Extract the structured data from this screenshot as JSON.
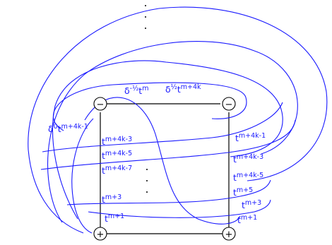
{
  "colors": {
    "curves": "#1a1aff",
    "square": "#000000",
    "labels": "#1a1aff"
  },
  "vertices": {
    "top_left": "−",
    "top_right": "−",
    "bottom_left": "+",
    "bottom_right": "+"
  },
  "labels": {
    "top_a_base": "δ",
    "top_a_sup1": "-½",
    "top_a_t": "t",
    "top_a_sup2": "m",
    "top_b_base": "δ",
    "top_b_sup1": "½",
    "top_b_t": "t",
    "top_b_sup2": "m+4k",
    "left_delta_base": "δ",
    "left_delta_sup1": "0",
    "left_delta_t": "t",
    "left_delta_sup2": "m+4k-1",
    "l1_t": "t",
    "l1_sup": "m+4k-3",
    "l2_t": "t",
    "l2_sup": "m+4k-5",
    "l3_t": "t",
    "l3_sup": "m+4k-7",
    "l4_t": "t",
    "l4_sup": "m+3",
    "l5_t": "t",
    "l5_sup": "m+1",
    "r1_t": "t",
    "r1_sup": "m+4k-1",
    "r2_t": "t",
    "r2_sup": "m+4k-3",
    "r3_t": "t",
    "r3_sup": "m+4k-5",
    "r4_t": "t",
    "r4_sup": "m+5",
    "r5_t": "t",
    "r5_sup": "m+3",
    "r6_t": "t",
    "r6_sup": "m+1"
  }
}
